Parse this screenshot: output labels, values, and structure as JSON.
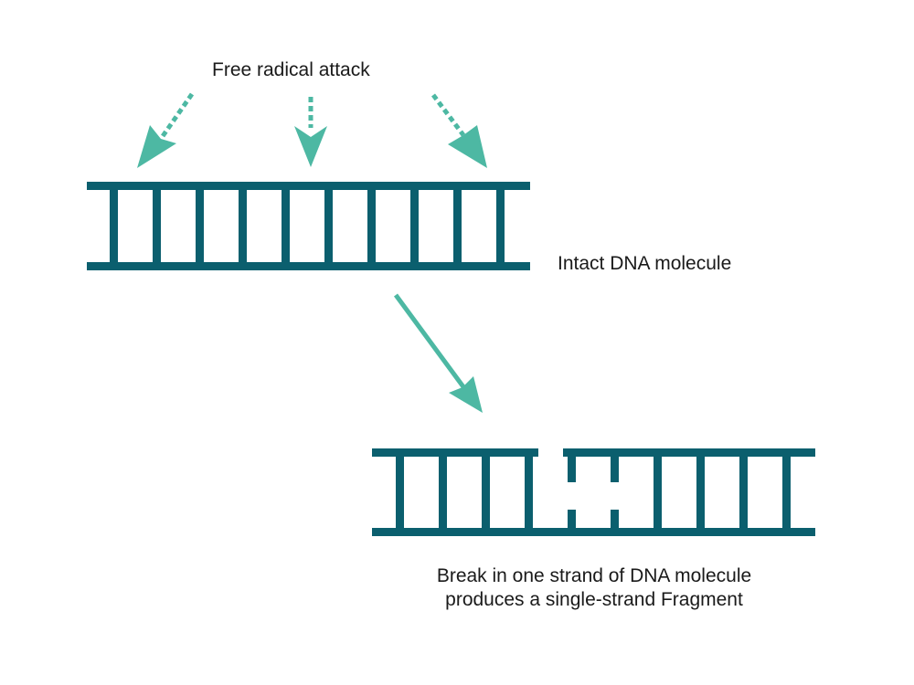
{
  "title": "Free radical attack",
  "intact_label": "Intact DNA molecule",
  "result_label": {
    "line1": "Break in one strand of DNA molecule",
    "line2": "produces a single-strand Fragment"
  },
  "colors": {
    "dna": "#0b5f6e",
    "arrow": "#4db8a3",
    "text": "#1a1a1a",
    "background": "#ffffff"
  },
  "intact_molecule": {
    "rung_count": 10,
    "broken_rungs": []
  },
  "broken_molecule": {
    "rung_count": 10,
    "broken_rungs": [
      5,
      6
    ],
    "strand_break_between_rungs": [
      4,
      5
    ],
    "broken_strand": "top"
  },
  "attack_arrows": [
    {
      "name": "attack-arrow-left",
      "style": "dashed"
    },
    {
      "name": "attack-arrow-center",
      "style": "dashed"
    },
    {
      "name": "attack-arrow-right",
      "style": "dashed"
    }
  ],
  "transition_arrow": {
    "style": "solid"
  }
}
